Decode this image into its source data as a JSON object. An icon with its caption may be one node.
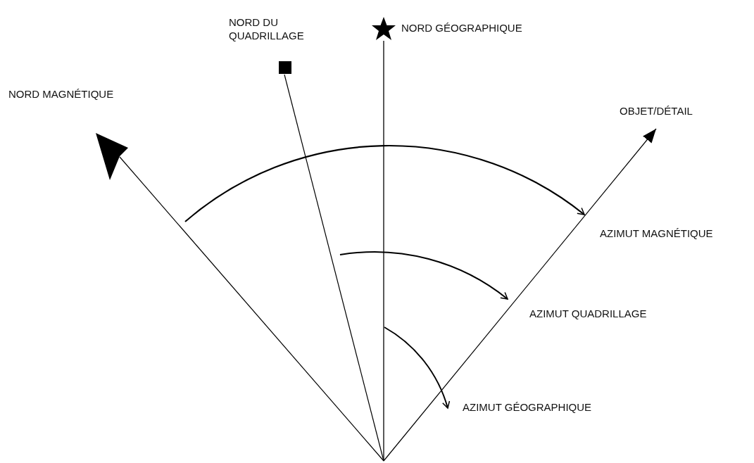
{
  "diagram": {
    "labels": [
      "NORD DU QUADRILLAGE",
      "NORD GÉOGRAPHIQUE",
      "NORD MAGNÉTIQUE",
      "OBJET/DÉTAIL",
      "AZIMUT MAGNÉTIQUE",
      "AZIMUT QUADRILLAGE",
      "AZIMUT GÉOGRAPHIQUE"
    ]
  }
}
